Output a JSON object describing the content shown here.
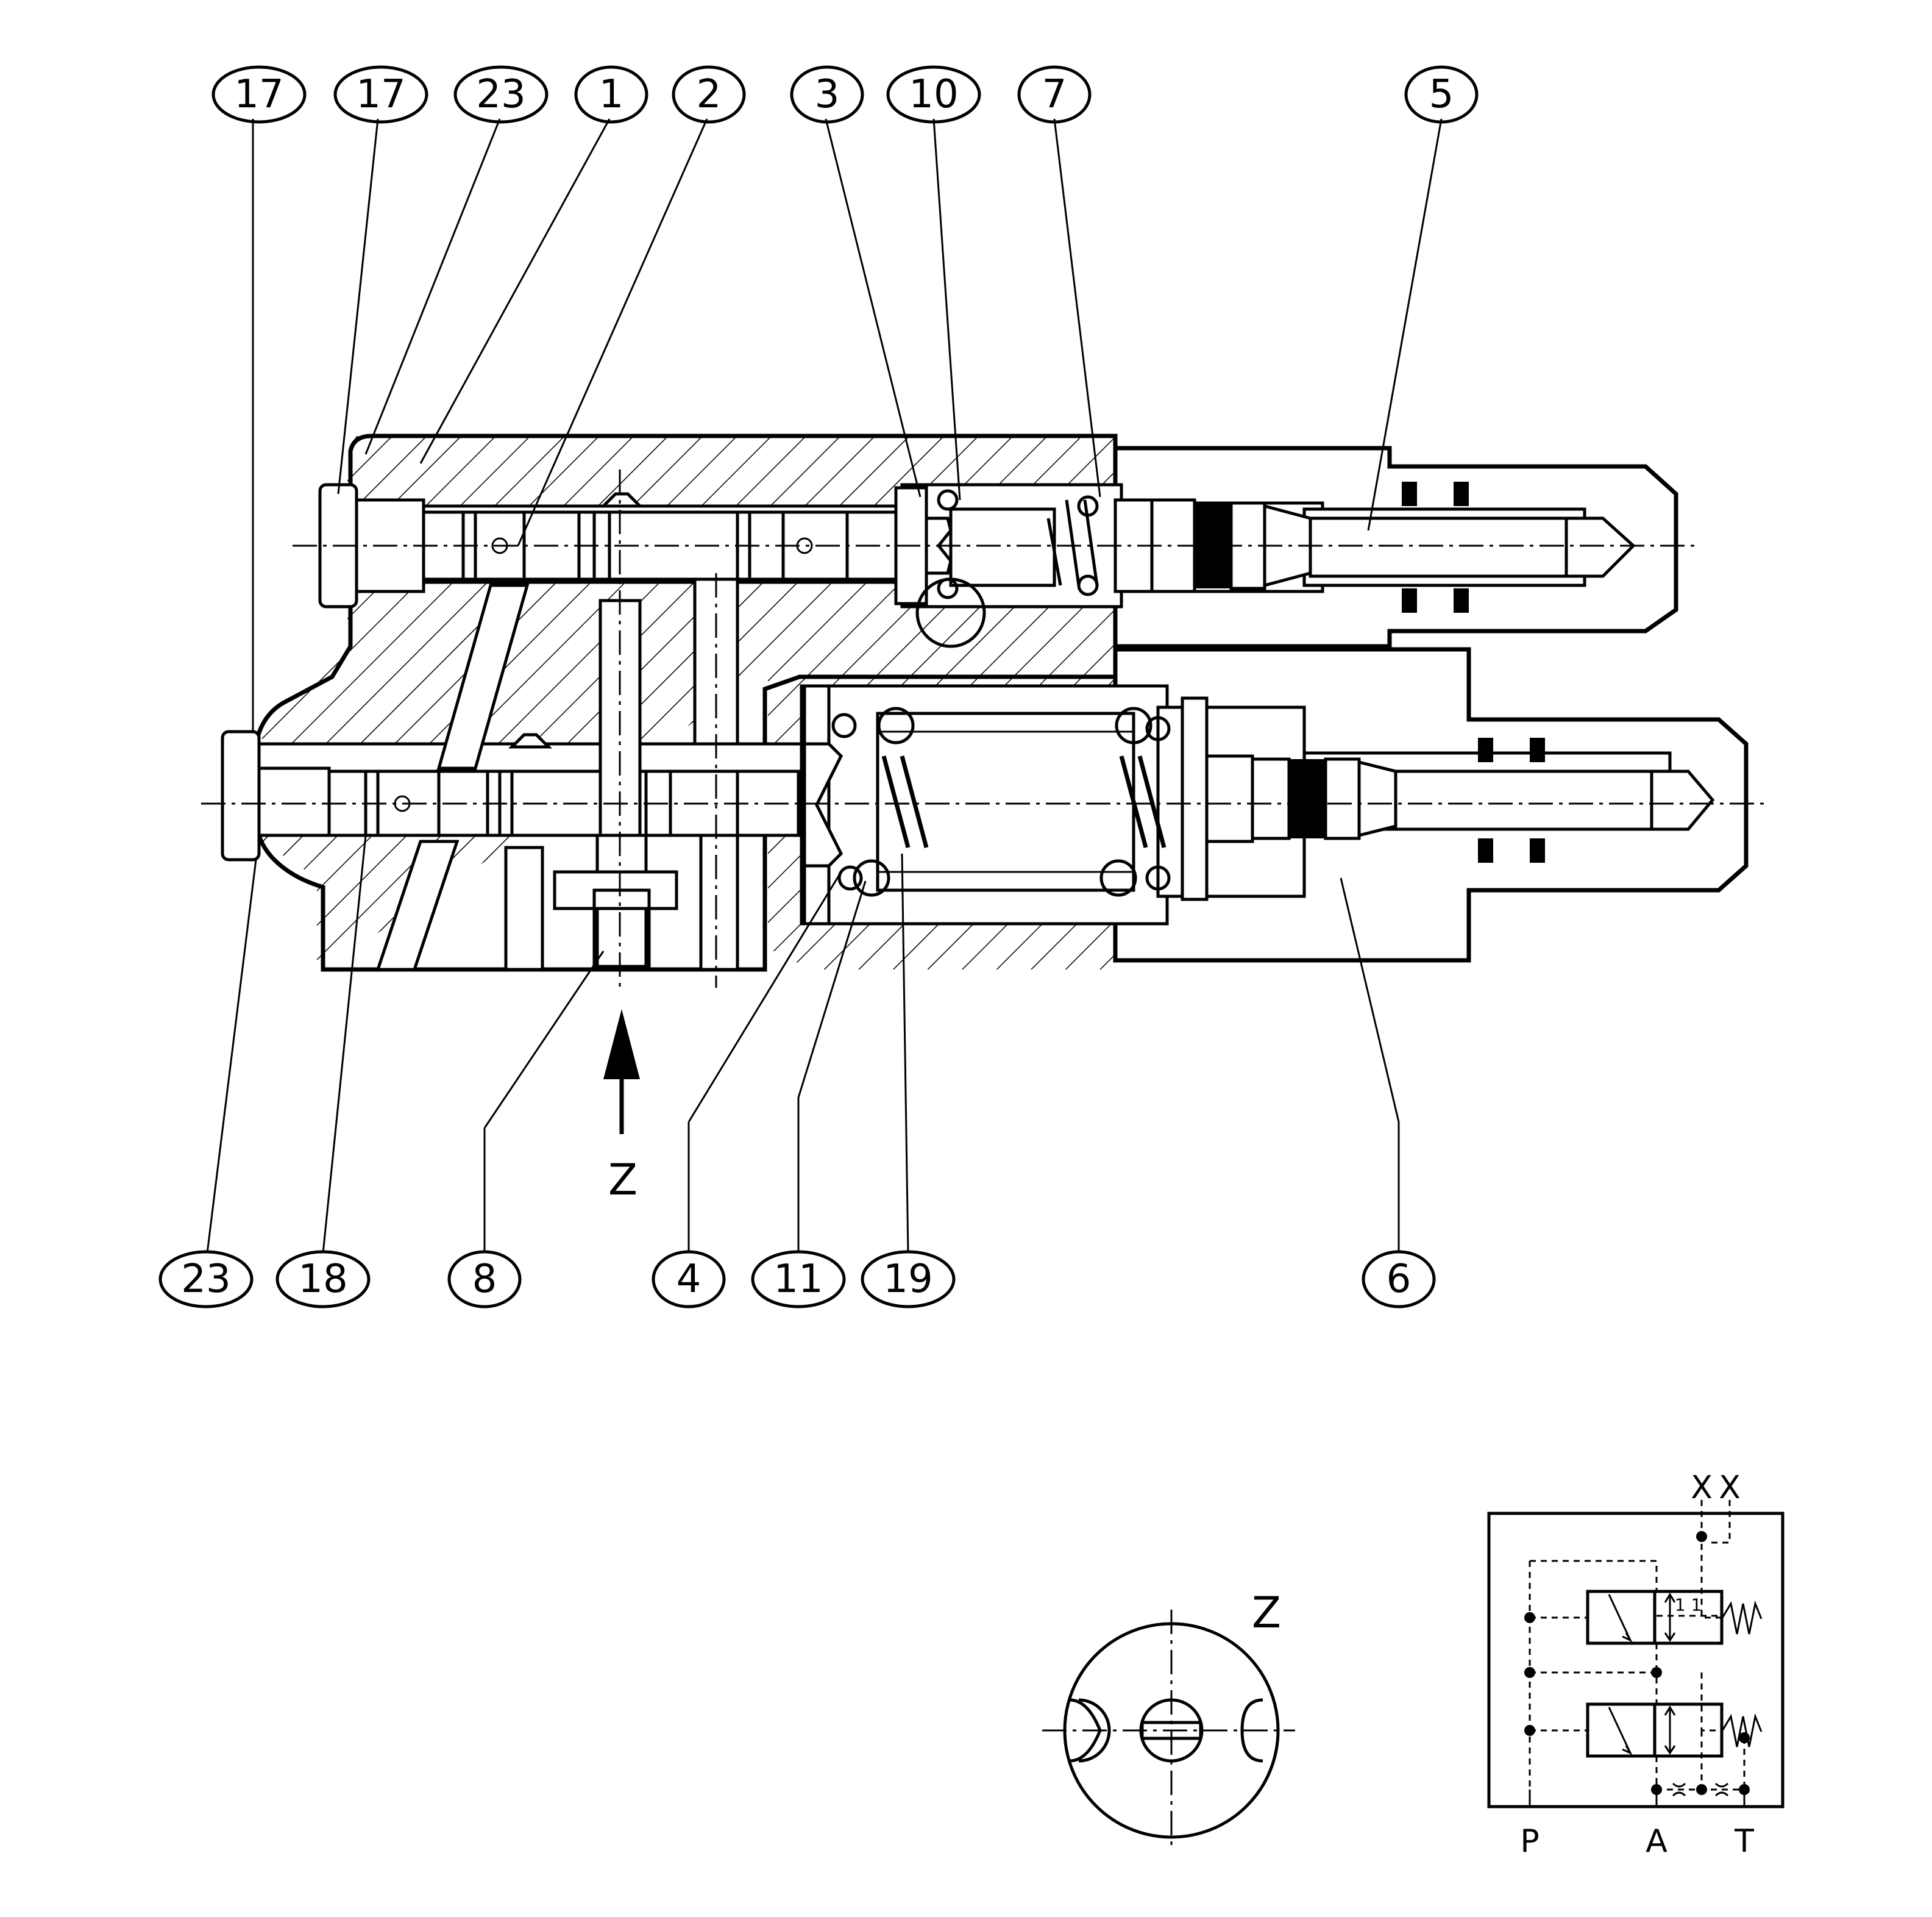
{
  "callouts_top": [
    {
      "id": "c-top-17a",
      "label": "17"
    },
    {
      "id": "c-top-17b",
      "label": "17"
    },
    {
      "id": "c-top-23",
      "label": "23"
    },
    {
      "id": "c-top-1",
      "label": "1"
    },
    {
      "id": "c-top-2",
      "label": "2"
    },
    {
      "id": "c-top-3",
      "label": "3"
    },
    {
      "id": "c-top-10",
      "label": "10"
    },
    {
      "id": "c-top-7",
      "label": "7"
    },
    {
      "id": "c-top-5",
      "label": "5"
    }
  ],
  "callouts_bottom": [
    {
      "id": "c-bot-23",
      "label": "23"
    },
    {
      "id": "c-bot-18",
      "label": "18"
    },
    {
      "id": "c-bot-8",
      "label": "8"
    },
    {
      "id": "c-bot-4",
      "label": "4"
    },
    {
      "id": "c-bot-11",
      "label": "11"
    },
    {
      "id": "c-bot-19",
      "label": "19"
    },
    {
      "id": "c-bot-6",
      "label": "6"
    }
  ],
  "view_arrow_label": "Z",
  "detail_view_label": "Z",
  "schematic": {
    "pilot_port": "X",
    "drain_port": "X",
    "ports": [
      "P",
      "A",
      "T"
    ],
    "symbol_label": "1 1"
  },
  "colors": {
    "ink": "#000000",
    "paper": "#ffffff"
  }
}
